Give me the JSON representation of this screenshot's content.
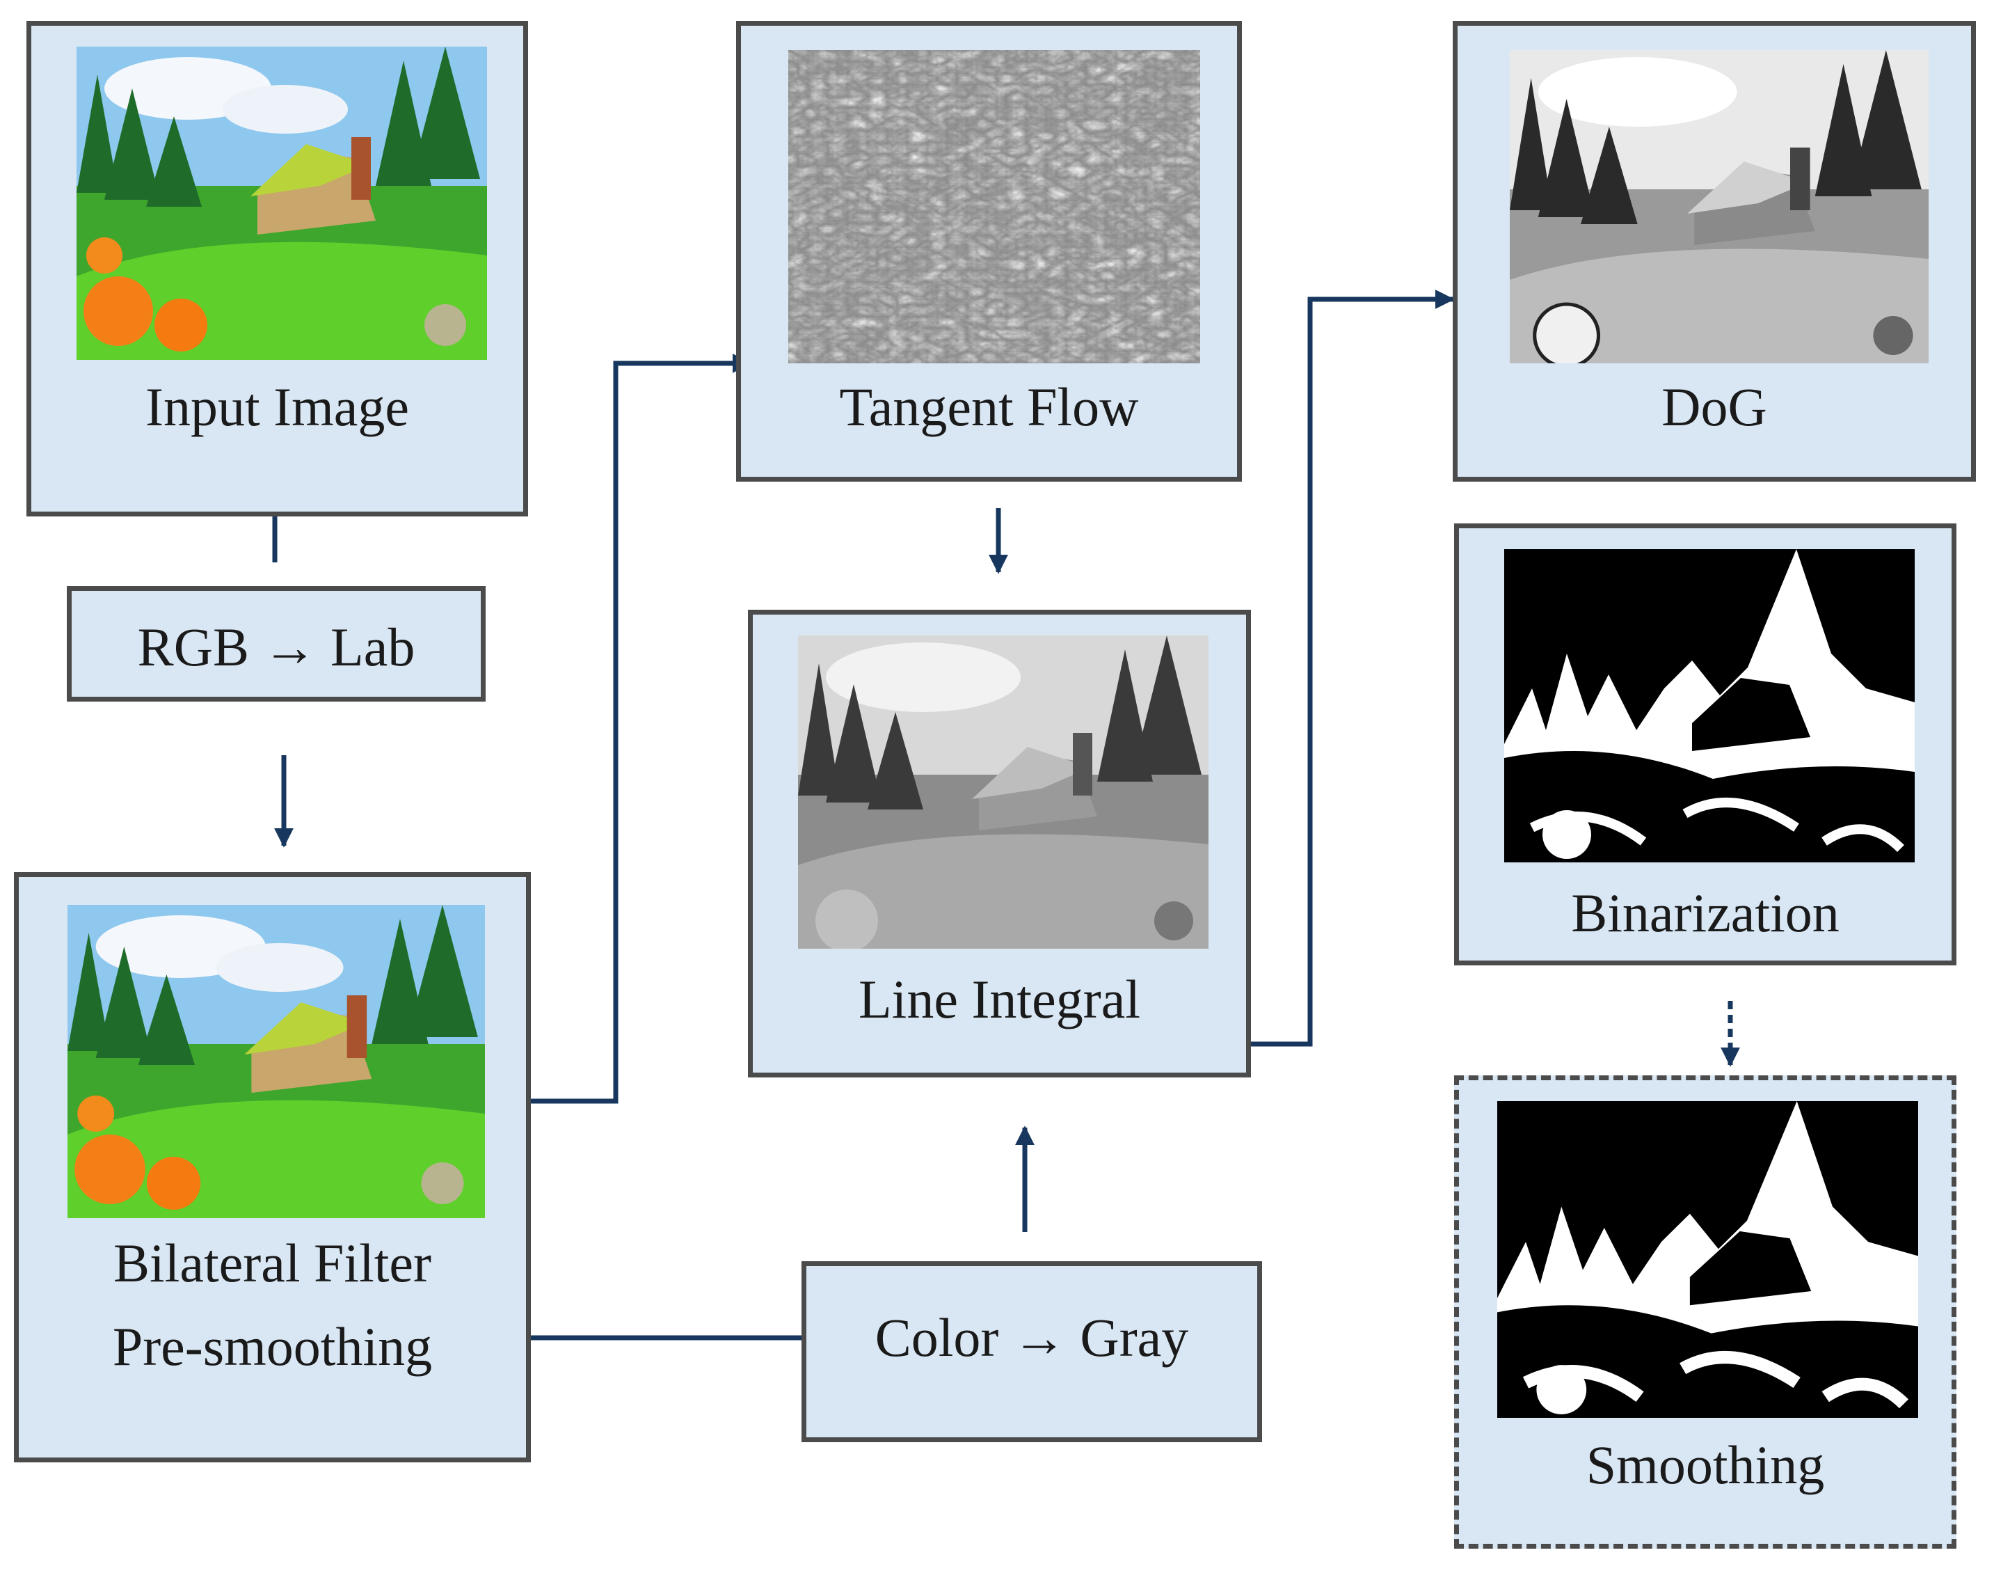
{
  "nodes": {
    "input": "Input Image",
    "rgb2lab": "RGB → Lab",
    "bilateral_line1": "Bilateral Filter",
    "bilateral_line2": "Pre-smoothing",
    "tangent": "Tangent Flow",
    "line_integral": "Line Integral",
    "color2gray": "Color → Gray",
    "dog": "DoG",
    "binarization": "Binarization",
    "smoothing": "Smoothing"
  },
  "colors": {
    "arrow": "#17375e",
    "box_fill": "#d9e7f4",
    "box_border": "#4b4b4b"
  }
}
